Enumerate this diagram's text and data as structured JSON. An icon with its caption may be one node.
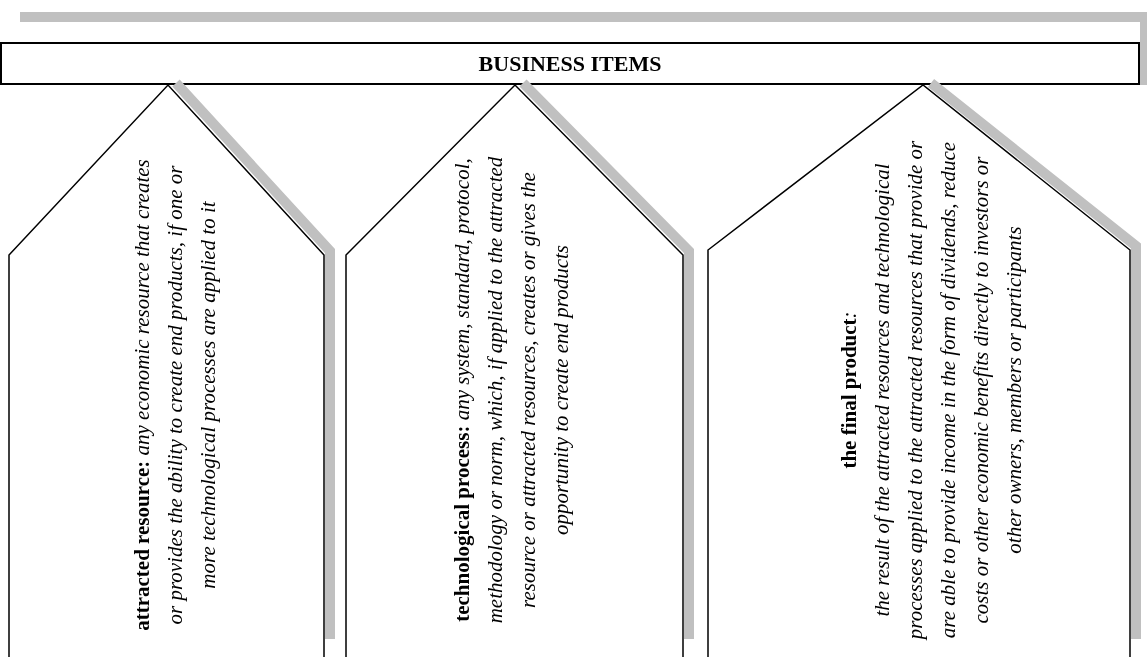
{
  "diagram": {
    "nodes": [
      {
        "text": [
          "BUSINESS ITEMS"
        ]
      },
      {
        "text": [
          "**attracted resource:** any economic resource that creates or provides the ability to create end products, if one or more technological processes are applied to it"
        ]
      },
      {
        "text": [
          "**technological process:** any system, standard, protocol, methodology or norm, which, if applied to the attracted resource or attracted resources, creates or gives the opportunity to create end products"
        ]
      },
      {
        "text": [
          "**the final product**:",
          "the result of the attracted resources and technological processes applied to the attracted resources that provide or are able to provide income in the form of dividends, reduce costs or other economic benefits directly to investors or other owners, members or participants"
        ]
      }
    ]
  }
}
